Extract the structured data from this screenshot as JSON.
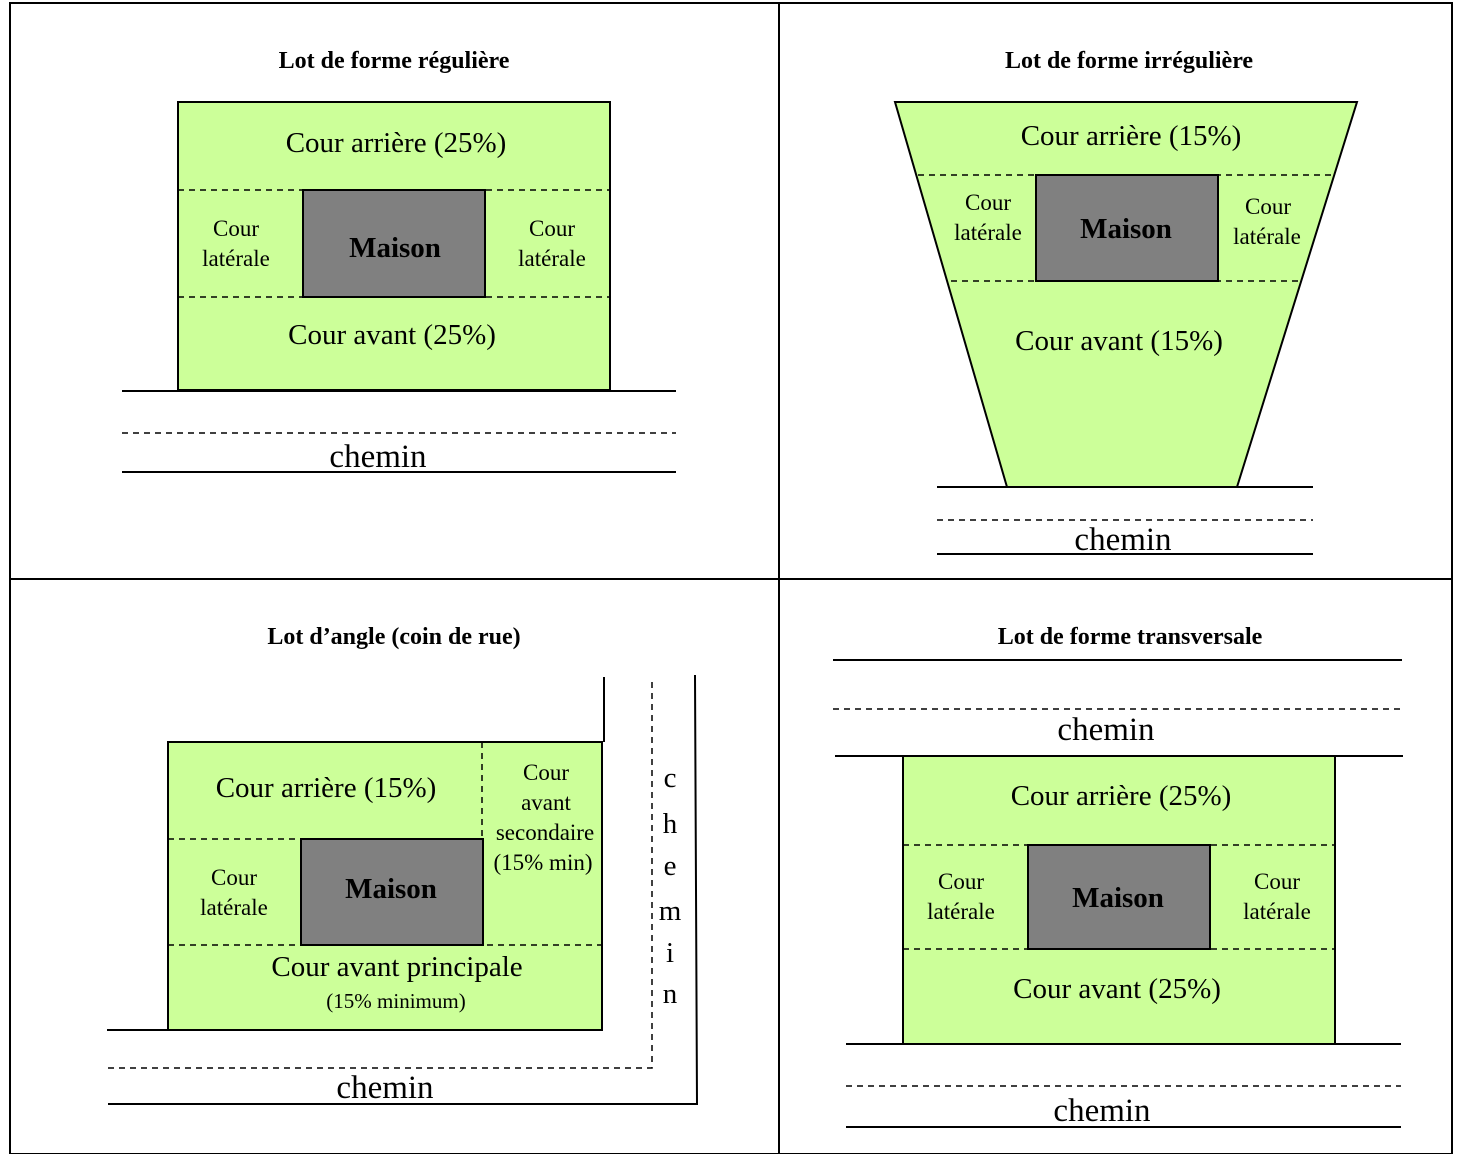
{
  "panels": {
    "regular": {
      "title": "Lot de forme régulière",
      "rear": "Cour arrière (25%)",
      "side_left": [
        "Cour",
        "latérale"
      ],
      "side_right": [
        "Cour",
        "latérale"
      ],
      "house": "Maison",
      "front": "Cour avant (25%)",
      "road": "chemin"
    },
    "irregular": {
      "title": "Lot de forme irrégulière",
      "rear": "Cour arrière (15%)",
      "side_left": [
        "Cour",
        "latérale"
      ],
      "side_right": [
        "Cour",
        "latérale"
      ],
      "house": "Maison",
      "front": "Cour avant (15%)",
      "road": "chemin"
    },
    "corner": {
      "title": "Lot d’angle (coin de rue)",
      "rear": "Cour arrière (15%)",
      "secondary_front": [
        "Cour",
        "avant",
        "secondaire",
        "(15% min)"
      ],
      "side_left": [
        "Cour",
        "latérale"
      ],
      "house": "Maison",
      "front_main": "Cour avant principale",
      "front_main_sub": "(15% minimum)",
      "road_bottom": "chemin",
      "road_side_letters": [
        "c",
        "h",
        "e",
        "m",
        "i",
        "n"
      ]
    },
    "transversal": {
      "title": "Lot de forme transversale",
      "road_top": "chemin",
      "rear": "Cour arrière (25%)",
      "side_left": [
        "Cour",
        "latérale"
      ],
      "side_right": [
        "Cour",
        "latérale"
      ],
      "house": "Maison",
      "front": "Cour avant (25%)",
      "road_bottom": "chemin"
    }
  },
  "colors": {
    "lot_fill": "#ccff99",
    "house_fill": "#808080",
    "line": "#000000"
  }
}
